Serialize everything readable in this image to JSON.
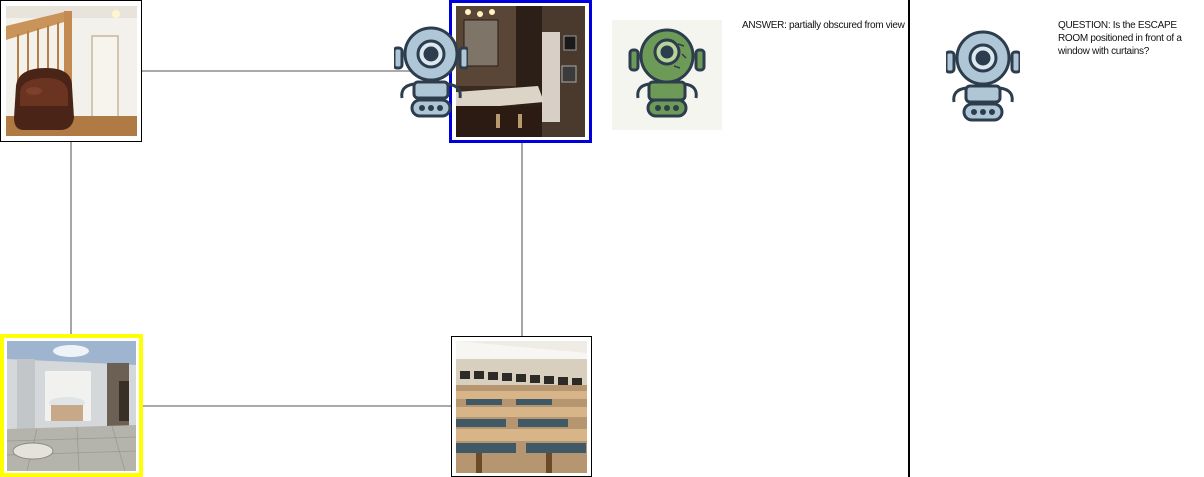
{
  "map": {
    "rooms": [
      {
        "id": "top-left",
        "scene": "basement living room with wooden staircase and leather armchair",
        "border": "#000000",
        "state": "default"
      },
      {
        "id": "top-right",
        "scene": "bathroom with vanity and mirror",
        "border": "#0000dd",
        "state": "current"
      },
      {
        "id": "bottom-left",
        "scene": "bright bathroom with tub and marble tiles",
        "border": "#ffff00",
        "state": "target"
      },
      {
        "id": "bottom-right",
        "scene": "library reading room with study carrels",
        "border": "#000000",
        "state": "default"
      }
    ],
    "edges": [
      [
        "top-left",
        "top-right"
      ],
      [
        "top-left",
        "bottom-left"
      ],
      [
        "top-right",
        "bottom-right"
      ],
      [
        "bottom-left",
        "bottom-right"
      ]
    ]
  },
  "agents": {
    "explorer": {
      "icon": "robot-icon",
      "color": "#aec6d6"
    },
    "answerer": {
      "icon": "robot-icon",
      "color": "#6e9a58"
    },
    "questioner": {
      "icon": "robot-icon",
      "color": "#aec6d6"
    }
  },
  "dialogue": {
    "answer": "ANSWER: partially obscured from view",
    "question": "QUESTION: Is the ESCAPE ROOM positioned in front of a window with curtains?"
  }
}
